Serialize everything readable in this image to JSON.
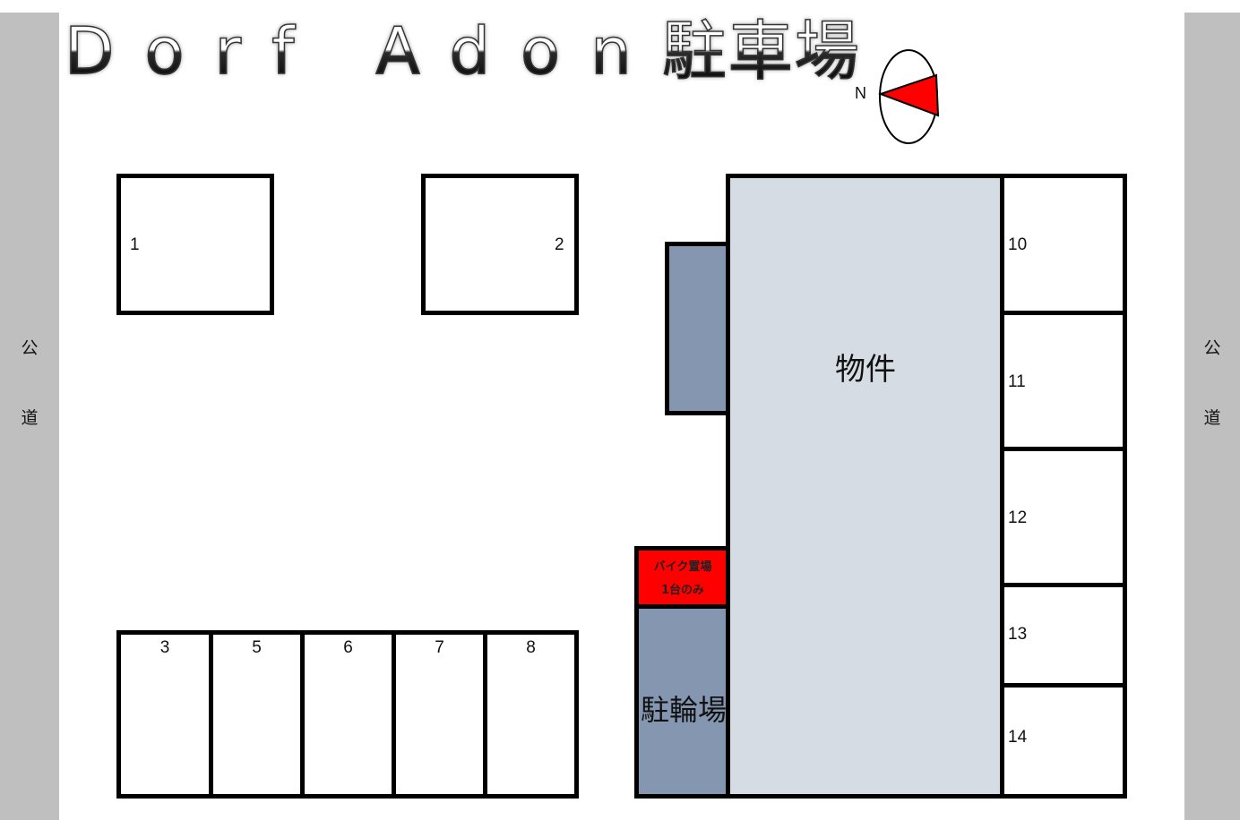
{
  "title": {
    "latin": "Dorf Adon",
    "kanji": "駐車場"
  },
  "compass": {
    "label": "N",
    "needle_color": "#ff0000"
  },
  "roads": {
    "left": {
      "chars": [
        "公",
        "道"
      ]
    },
    "right": {
      "chars": [
        "公",
        "道"
      ]
    },
    "color": "#bfbfbf"
  },
  "building": {
    "label": "物件",
    "color": "#d6dce4"
  },
  "annex_color": "#8496b0",
  "bike_parking": {
    "line1": "バイク置場",
    "line2": "1台のみ",
    "color": "#ff0000"
  },
  "bicycle_parking": {
    "label": "駐輪場",
    "color": "#8496b0"
  },
  "stalls": {
    "s1": "1",
    "s2": "2",
    "s3": "3",
    "s5": "5",
    "s6": "6",
    "s7": "7",
    "s8": "8",
    "s10": "10",
    "s11": "11",
    "s12": "12",
    "s13": "13",
    "s14": "14"
  }
}
